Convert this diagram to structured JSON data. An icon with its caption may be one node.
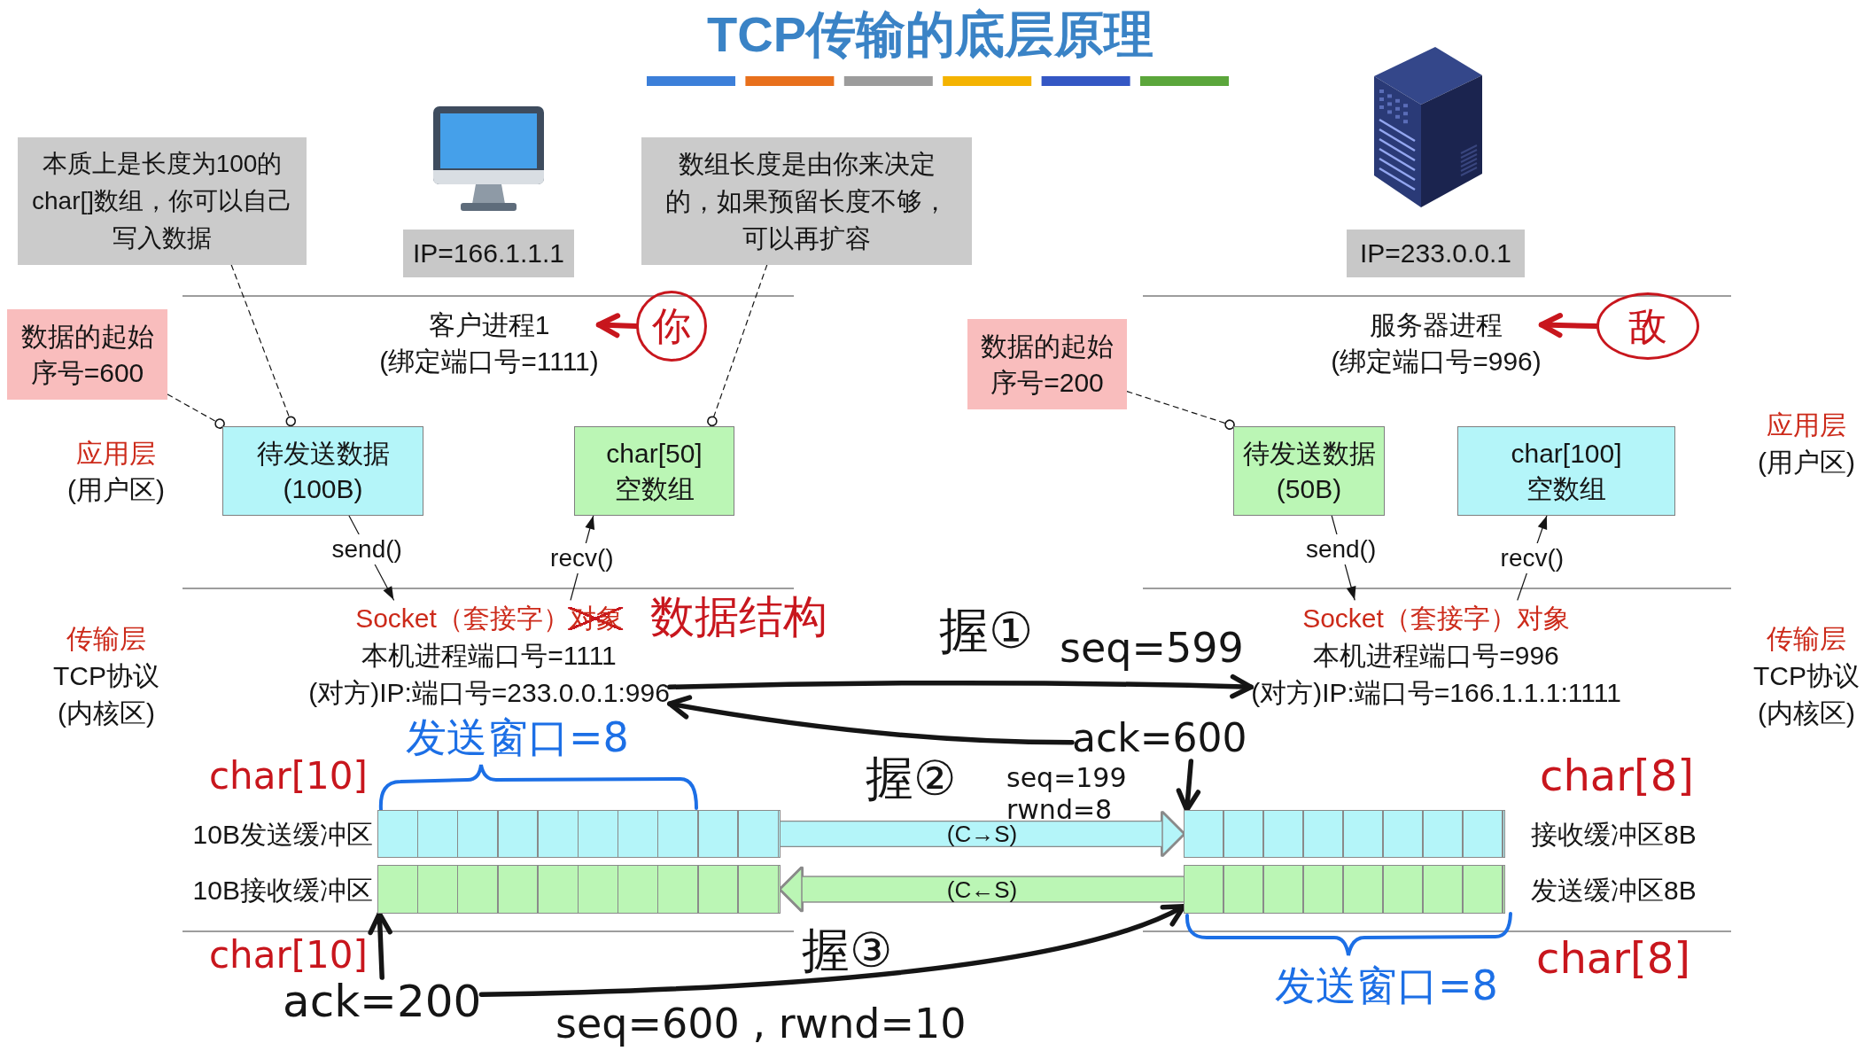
{
  "diagram": {
    "title": "TCP传输的底层原理",
    "nodes": [
      {
        "text": [
          "本质上是长度为100的char[]数组，你可以自己写入数据"
        ]
      },
      {
        "text": [
          "IP=166.1.1.1"
        ]
      },
      {
        "text": [
          "数组长度是由你来决定的，如果预留长度不够，可以再扩容"
        ]
      },
      {
        "text": [
          "IP=233.0.0.1"
        ]
      },
      {
        "text": [
          "数据的起始序号=600"
        ]
      },
      {
        "text": [
          "客户进程1",
          "(绑定端口号=1111)"
        ]
      },
      {
        "text": [
          "你"
        ]
      },
      {
        "text": [
          "数据的起始序号=200"
        ]
      },
      {
        "text": [
          "服务器进程",
          "(绑定端口号=996)"
        ]
      },
      {
        "text": [
          "敌"
        ]
      },
      {
        "text": [
          "待发送数据",
          "(100B)"
        ]
      },
      {
        "text": [
          "char[50]",
          "空数组"
        ]
      },
      {
        "text": [
          "待发送数据",
          "(50B)"
        ]
      },
      {
        "text": [
          "char[100]",
          "空数组"
        ]
      },
      {
        "text": [
          "Socket（套接字）对象",
          "本机进程端口号=1111",
          "(对方)IP:端口号=233.0.0.1:996"
        ]
      },
      {
        "text": [
          "Socket（套接字）对象",
          "本机进程端口号=996",
          "(对方)IP:端口号=166.1.1.1:1111"
        ]
      },
      {
        "text": [
          "ack=600"
        ]
      },
      {
        "text": [],
        "shape": "bar",
        "beside": [
          "10B发送缓冲区"
        ]
      },
      {
        "text": [],
        "shape": "bar",
        "beside": [
          "接收缓冲区8B"
        ]
      },
      {
        "text": [],
        "shape": "bar",
        "beside": [
          "10B接收缓冲区"
        ]
      },
      {
        "text": [],
        "shape": "bar",
        "beside": [
          "发送缓冲区8B"
        ]
      },
      {
        "text": [
          "ack=200"
        ]
      }
    ],
    "edges": [
      {
        "from": 0,
        "to": 10,
        "arrow": "other",
        "style": "dashed"
      },
      {
        "from": 4,
        "to": 10,
        "arrow": "other",
        "style": "dashed"
      },
      {
        "from": 2,
        "to": 11,
        "arrow": "other",
        "style": "dashed"
      },
      {
        "from": 7,
        "to": 12,
        "arrow": "other",
        "style": "dashed"
      },
      {
        "from": 6,
        "to": 5,
        "arrow": "to",
        "style": "thick",
        "color": "#c8161d"
      },
      {
        "from": 9,
        "to": 8,
        "arrow": "to",
        "style": "thick",
        "color": "#c8161d"
      },
      {
        "from": 10,
        "to": 14,
        "arrow": "to",
        "label": "send()"
      },
      {
        "from": 14,
        "to": 11,
        "arrow": "to",
        "label": "recv()"
      },
      {
        "from": 12,
        "to": 15,
        "arrow": "to",
        "label": "send()"
      },
      {
        "from": 15,
        "to": 13,
        "arrow": "to",
        "label": "recv()"
      },
      {
        "from": 14,
        "to": 15,
        "arrow": "to",
        "label": "seq=599",
        "style": "thick"
      },
      {
        "from": 16,
        "to": 14,
        "arrow": "to",
        "style": "thick"
      },
      {
        "from": 16,
        "to": 18,
        "arrow": "to",
        "style": "thick"
      },
      {
        "from": 17,
        "to": 18,
        "arrow": "to",
        "label": "(C→S)",
        "color": "#b4f5f9"
      },
      {
        "from": 20,
        "to": 19,
        "arrow": "to",
        "label": "(C←S)",
        "color": "#bbf6b5"
      },
      {
        "from": 21,
        "to": 19,
        "arrow": "to",
        "style": "thick"
      },
      {
        "from": 21,
        "to": 20,
        "arrow": "to",
        "label": "seq=600 , rwnd=10",
        "style": "thick"
      }
    ],
    "labels": [
      "应用层",
      "应用层",
      "(用户区)",
      "(用户区)",
      "传输层",
      "数据结构",
      "握①",
      "传输层",
      "TCP协议",
      "TCP协议",
      "(内核区)",
      "发送窗口=8",
      "(内核区)",
      "char[10]",
      "握②",
      "seq=199 rwnd=8",
      "char[8]",
      "char[10]",
      "握③",
      "发送窗口=8",
      "char[8]"
    ]
  }
}
